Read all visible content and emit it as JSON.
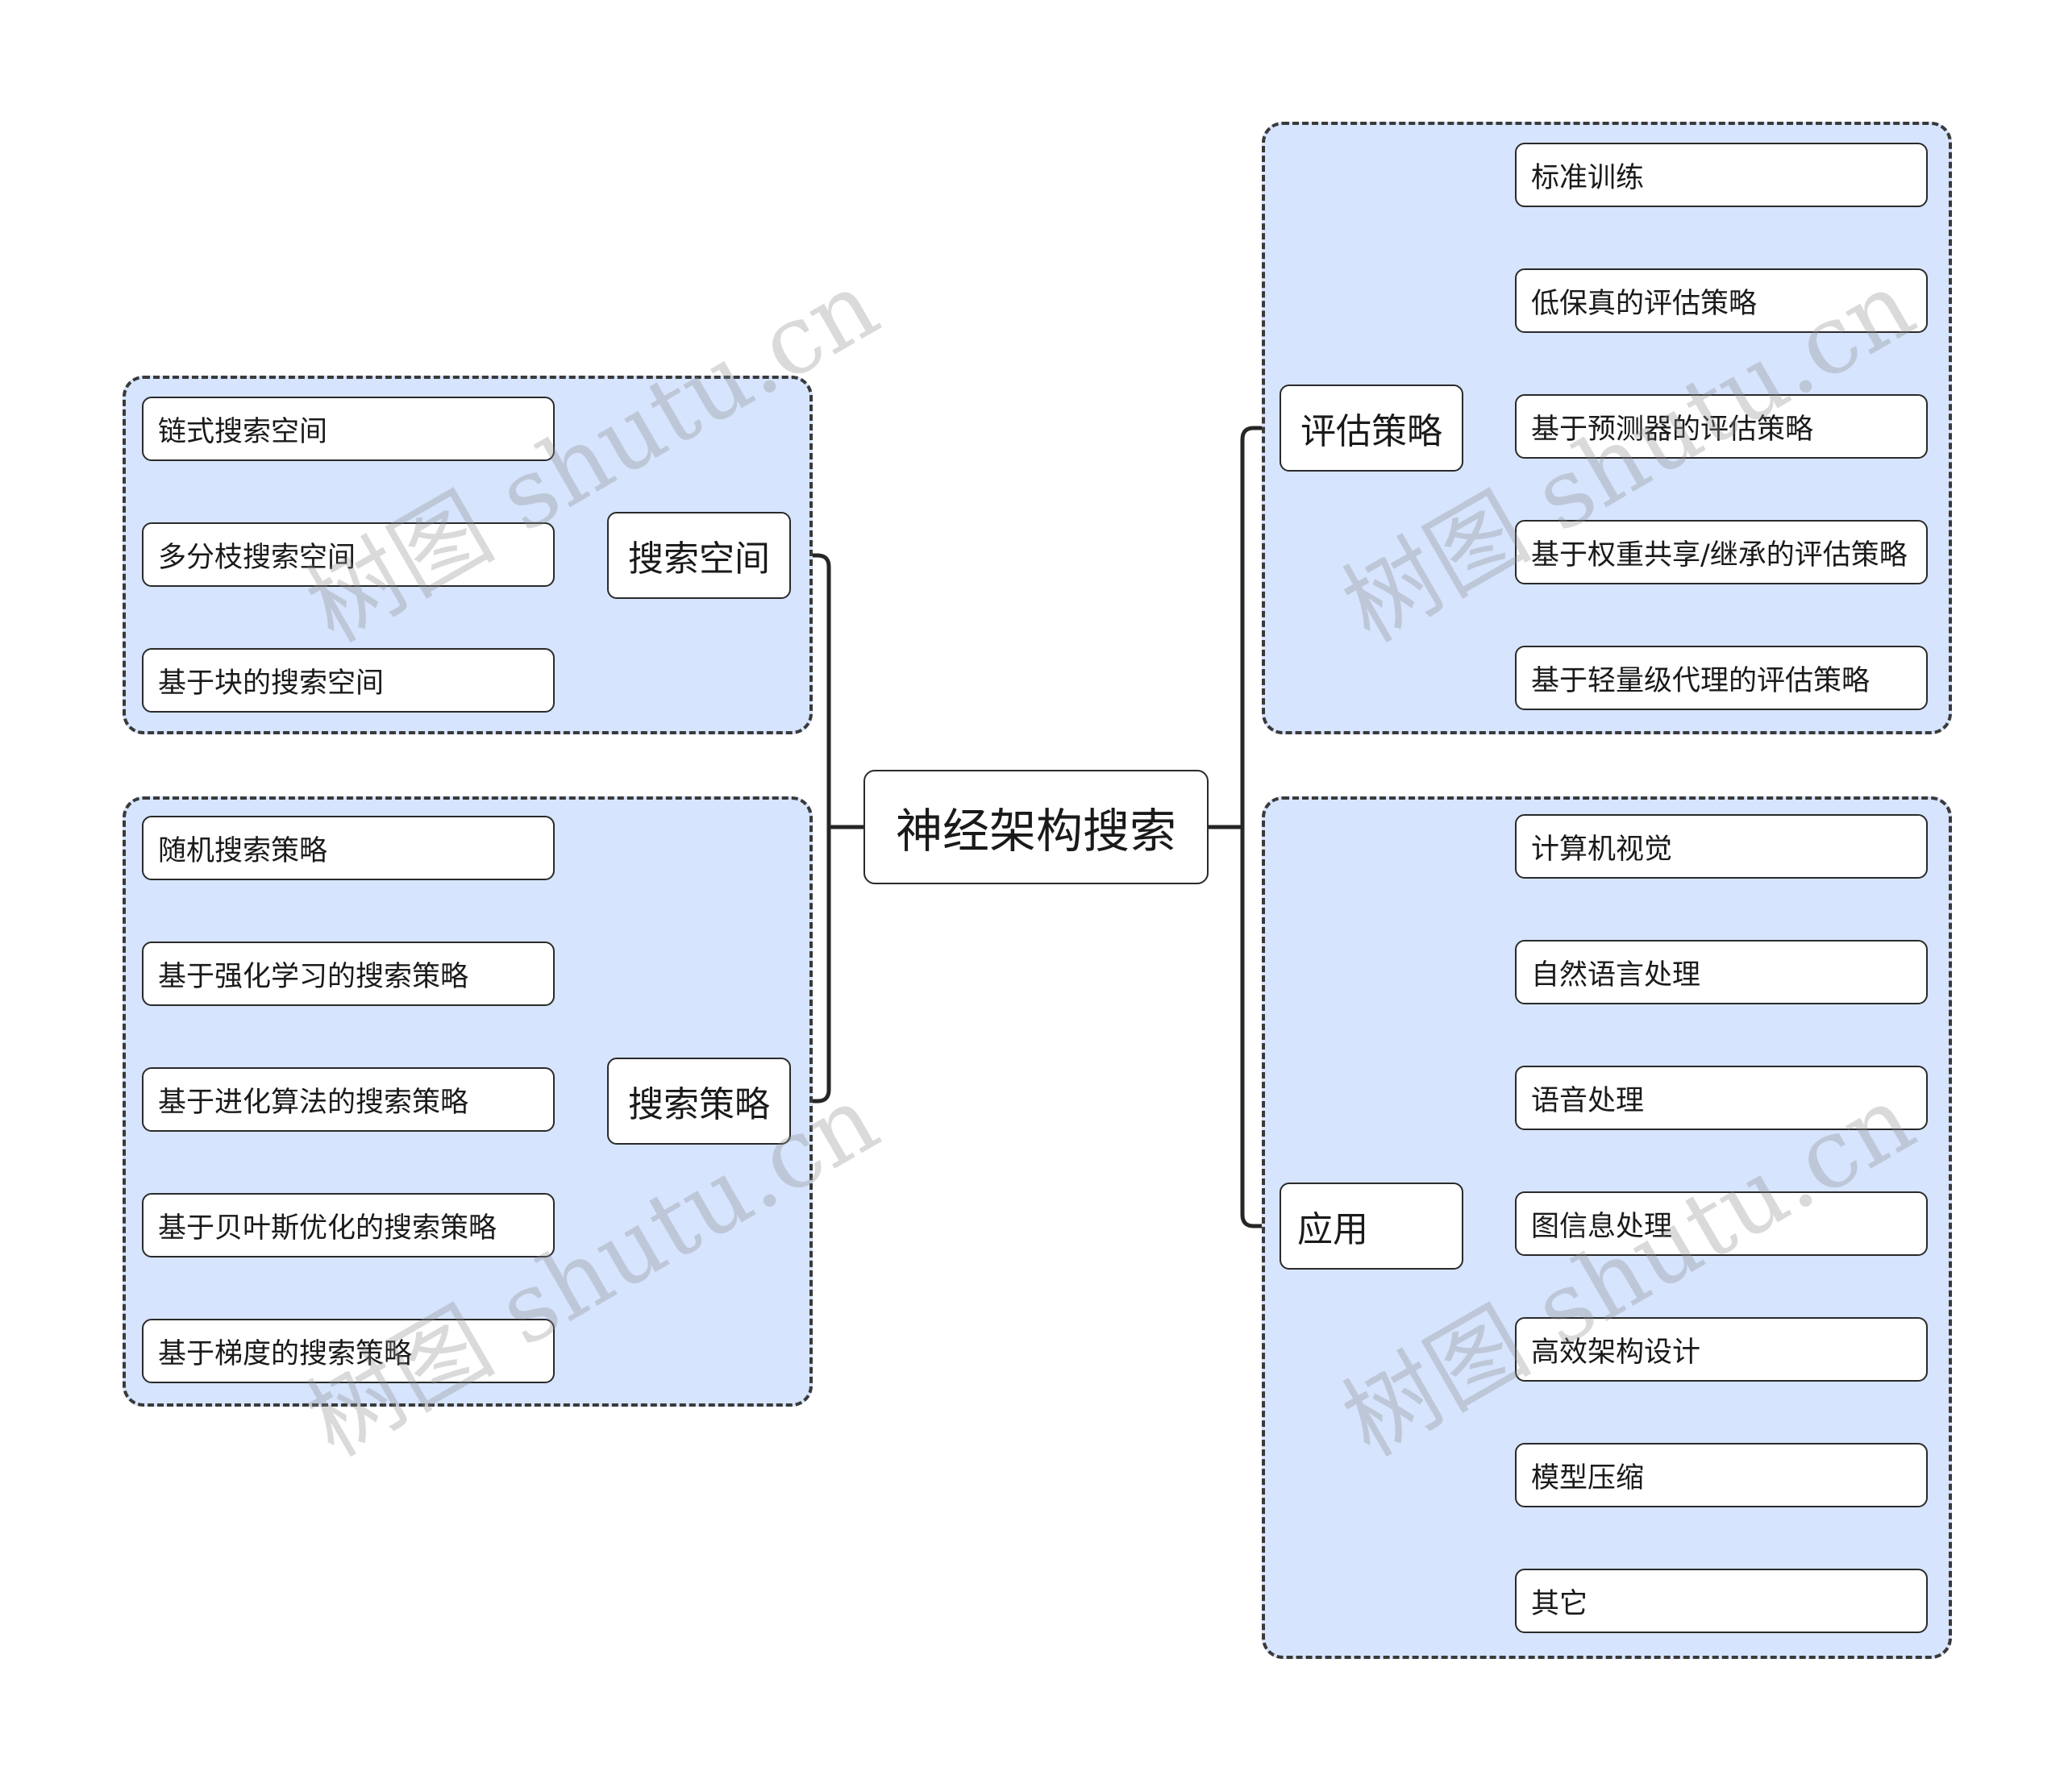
{
  "mindmap": {
    "root": {
      "label": "神经架构搜索"
    },
    "left_branches": [
      {
        "label": "搜索空间",
        "children": [
          "链式搜索空间",
          "多分枝搜索空间",
          "基于块的搜索空间"
        ]
      },
      {
        "label": "搜索策略",
        "children": [
          "随机搜索策略",
          "基于强化学习的搜索策略",
          "基于进化算法的搜索策略",
          "基于贝叶斯优化的搜索策略",
          "基于梯度的搜索策略"
        ]
      }
    ],
    "right_branches": [
      {
        "label": "评估策略",
        "children": [
          "标准训练",
          "低保真的评估策略",
          "基于预测器的评估策略",
          "基于权重共享/继承的评估策略",
          "基于轻量级代理的评估策略"
        ]
      },
      {
        "label": "应用",
        "children": [
          "计算机视觉",
          "自然语言处理",
          "语音处理",
          "图信息处理",
          "高效架构设计",
          "模型压缩",
          "其它"
        ]
      }
    ]
  },
  "watermark": {
    "text": "树图 shutu.cn"
  },
  "colors": {
    "group_fill": "#d6e4fd",
    "stroke": "#262626",
    "node_fill": "#ffffff"
  }
}
